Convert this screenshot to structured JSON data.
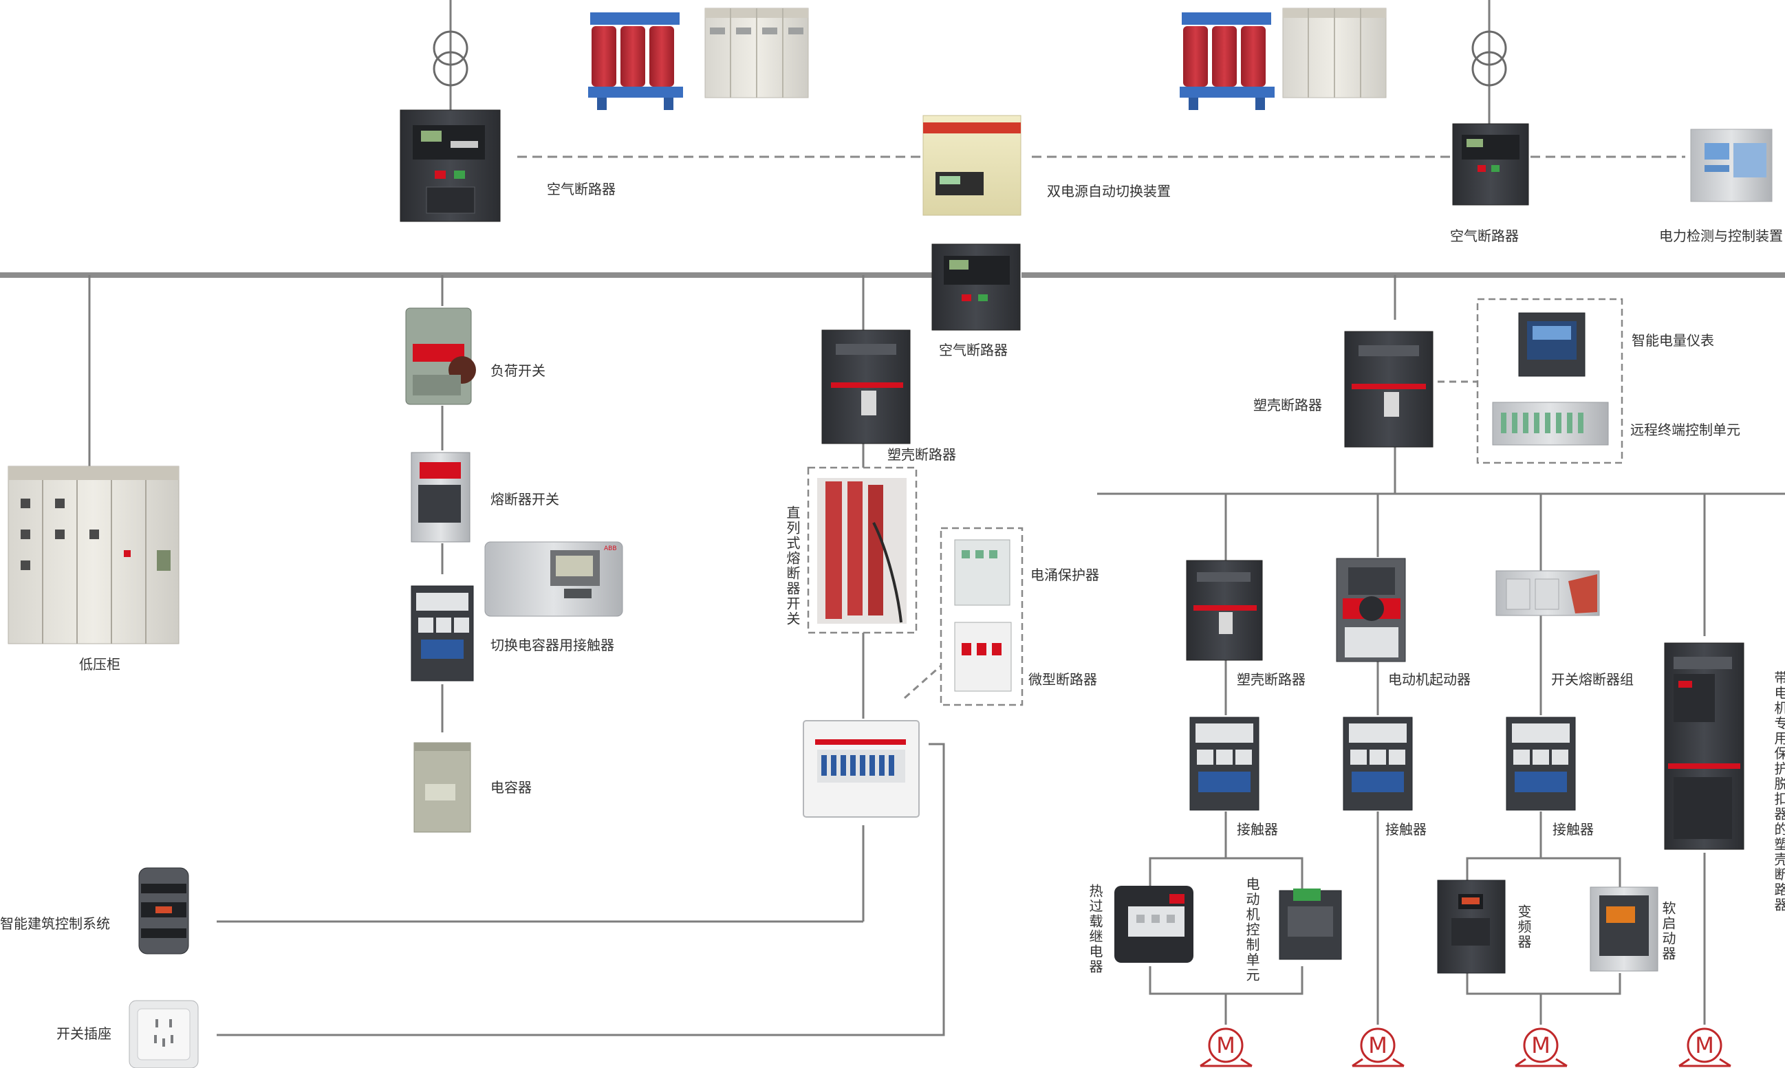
{
  "colors": {
    "bus": "#8a8a8a",
    "line": "#7a7a7a",
    "dash": "#888888",
    "motor": "#c0282a",
    "abb_red": "#d4101e",
    "device_dark": "#3a3d42",
    "cabinet_light": "#e4e2da",
    "transformer_red": "#c0303a",
    "transformer_blue": "#3a6fc0"
  },
  "labels": {
    "acb_left": "空气断路器",
    "ats": "双电源自动切换装置",
    "acb_right": "空气断路器",
    "power_monitor": "电力检测与控制装置",
    "acb_center": "空气断路器",
    "load_switch": "负荷开关",
    "fuse_switch": "熔断器开关",
    "cap_contactor": "切换电容器用接触器",
    "capacitor": "电容器",
    "lv_cabinet": "低压柜",
    "mccb_center": "塑壳断路器",
    "inline_fuse": "直列式熔断器开关",
    "spd": "电涌保护器",
    "mcb": "微型断路器",
    "mccb_right": "塑壳断路器",
    "smart_meter": "智能电量仪表",
    "rtu": "远程终端控制单元",
    "mccb_branch": "塑壳断路器",
    "motor_starter": "电动机起动器",
    "switch_fuse_group": "开关熔断器组",
    "motor_mccb": "带电机专用保护脱扣器的塑壳断路器",
    "contactor_1": "接触器",
    "contactor_2": "接触器",
    "contactor_3": "接触器",
    "thermal_relay": "热过载继电器",
    "motor_control_unit": "电动机控制单元",
    "vfd": "变频器",
    "soft_starter": "软启动器",
    "building_control": "智能建筑控制系统",
    "socket": "开关插座",
    "motor_1": "M",
    "motor_2": "M",
    "motor_3": "M",
    "motor_4": "M"
  },
  "icons": {
    "transformer": "transformer-symbol-icon",
    "motor": "motor-symbol-icon"
  }
}
